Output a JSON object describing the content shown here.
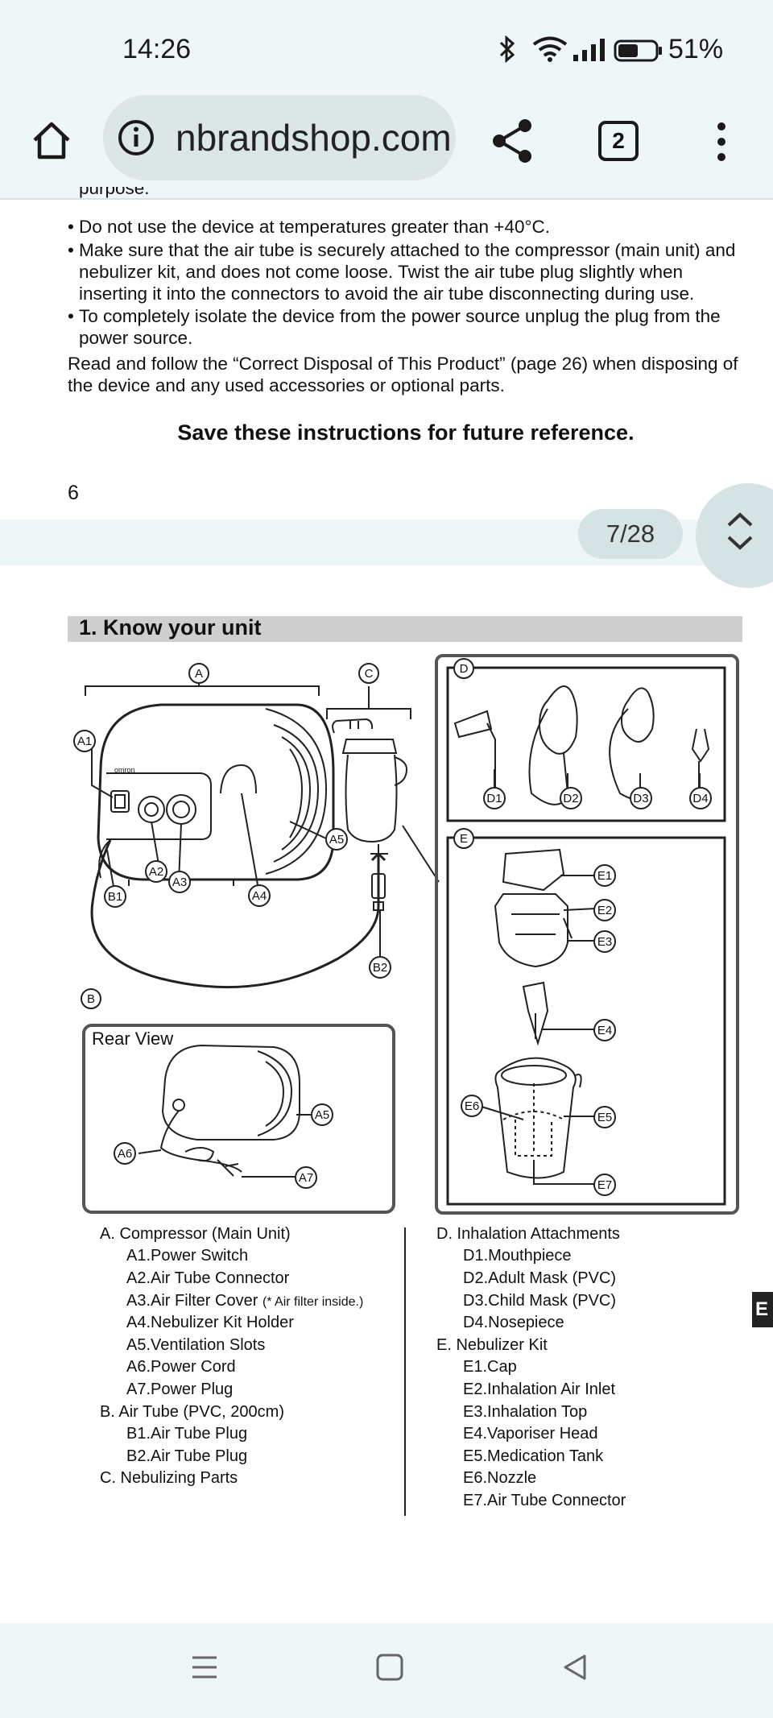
{
  "status_bar": {
    "time": "14:26",
    "battery_percent": "51%"
  },
  "browser": {
    "url": "nbrandshop.com",
    "tab_count": "2"
  },
  "document": {
    "cut_line": "purpose.",
    "bullets": [
      "Do not use the device at temperatures greater than +40°C.",
      "Make sure that the air tube is securely attached to the compressor (main unit) and nebulizer kit, and does not come loose. Twist the air tube plug slightly when inserting it into the connectors to avoid the air tube disconnecting during use.",
      "To completely isolate the device from the power source unplug the plug from the power source."
    ],
    "disposal_note": "Read and follow the “Correct Disposal of This Product” (page 26) when disposing of the device and any used accessories or optional parts.",
    "save_note": "Save these instructions for future reference.",
    "page_number": "6"
  },
  "pager": {
    "indicator": "7/28"
  },
  "section": {
    "title": "1.  Know your unit"
  },
  "diagram": {
    "rear_view_label": "Rear View",
    "brand_text": "omron",
    "callouts": {
      "A": "A",
      "A1": "A1",
      "A2": "A2",
      "A3": "A3",
      "A4": "A4",
      "A5": "A5",
      "A6": "A6",
      "A7": "A7",
      "B": "B",
      "B1": "B1",
      "B2": "B2",
      "C": "C",
      "D": "D",
      "D1": "D1",
      "D2": "D2",
      "D3": "D3",
      "D4": "D4",
      "E": "E",
      "E1": "E1",
      "E2": "E2",
      "E3": "E3",
      "E4": "E4",
      "E5": "E5",
      "E6": "E6",
      "E7": "E7"
    }
  },
  "legend": {
    "left": [
      "A.  Compressor (Main Unit)",
      "A1.Power Switch",
      "A2.Air Tube Connector",
      "A3.Air Filter Cover",
      "A4.Nebulizer Kit Holder",
      "A5.Ventilation Slots",
      "A6.Power Cord",
      "A7.Power Plug",
      "B.  Air Tube (PVC, 200cm)",
      "B1.Air Tube Plug",
      "B2.Air Tube Plug",
      "C.  Nebulizing Parts"
    ],
    "a3_note": "(* Air filter inside.)",
    "right": [
      "D.  Inhalation Attachments",
      "D1.Mouthpiece",
      "D2.Adult Mask (PVC)",
      "D3.Child Mask (PVC)",
      "D4.Nosepiece",
      "E.  Nebulizer Kit",
      "E1.Cap",
      "E2.Inhalation Air Inlet",
      "E3.Inhalation Top",
      "E4.Vaporiser Head",
      "E5.Medication Tank",
      "E6.Nozzle",
      "E7.Air Tube Connector"
    ]
  },
  "side_tab": {
    "label": "E"
  },
  "icons": [
    "home-icon",
    "info-icon",
    "share-icon",
    "tabs-icon",
    "menu-icon",
    "bluetooth-icon",
    "wifi-icon",
    "signal-icon",
    "battery-icon",
    "scroll-up-icon",
    "scroll-down-icon",
    "nav-recents-icon",
    "nav-home-icon",
    "nav-back-icon"
  ],
  "colors": {
    "chrome_bg": "#eef6f7",
    "pill_bg": "#dce6e7",
    "section_band": "#cfcfcf"
  }
}
